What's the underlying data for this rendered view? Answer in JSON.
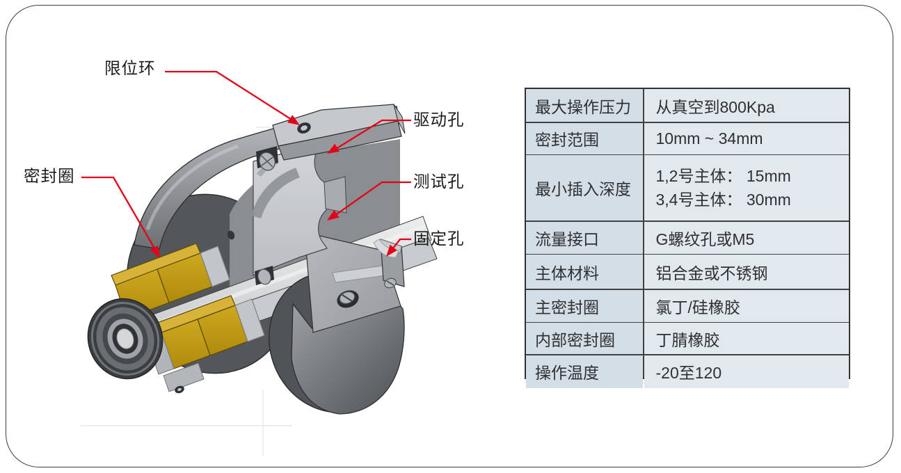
{
  "frame": {
    "background": "#ffffff",
    "border_color": "#3c3c3c"
  },
  "diagram": {
    "callouts": [
      {
        "id": "limit-ring",
        "text": "限位环"
      },
      {
        "id": "seal-ring",
        "text": "密封圈"
      },
      {
        "id": "drive-hole",
        "text": "驱动孔"
      },
      {
        "id": "test-hole",
        "text": "测试孔"
      },
      {
        "id": "fixing-hole",
        "text": "固定孔"
      }
    ],
    "colors": {
      "leader_red": "#e50019",
      "seal_gold": "#c59c17",
      "body_gray": "#97999c",
      "cut_face_gray": "#c8cbce",
      "dark_face_gray": "#54575a",
      "shaft_gray": "#d8d9db"
    }
  },
  "table": {
    "rows": [
      {
        "label": "最大操作压力",
        "value": "从真空到800Kpa"
      },
      {
        "label": "密封范围",
        "value": "10mm ~ 34mm"
      },
      {
        "label": "最小插入深度",
        "value": "1,2号主体： 15mm",
        "value2": "3,4号主体： 30mm"
      },
      {
        "label": "流量接口",
        "value": "G螺纹孔或M5"
      },
      {
        "label": "主体材料",
        "value": "铝合金或不锈钢"
      },
      {
        "label": "主密封圈",
        "value": "氯丁/硅橡胶"
      },
      {
        "label": "内部密封圈",
        "value": "丁腈橡胶"
      },
      {
        "label": "操作温度",
        "value": "-20至120"
      }
    ]
  }
}
